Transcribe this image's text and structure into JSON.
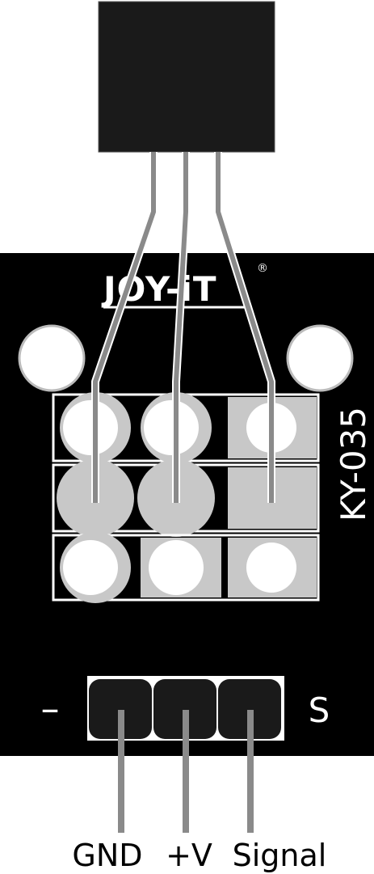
{
  "brand": {
    "logo_text": "JOY-iT",
    "registered_mark": "®"
  },
  "board": {
    "model": "KY-035"
  },
  "header": {
    "minus_label": "–",
    "s_label": "S"
  },
  "pins": [
    {
      "name": "GND"
    },
    {
      "name": "+V"
    },
    {
      "name": "Signal"
    }
  ],
  "colors": {
    "pcb": "#000000",
    "sensor_body": "#1a1a1a",
    "leg": "#8a8a8a",
    "pad_light": "#c8c8c8",
    "hole": "#ffffff"
  }
}
